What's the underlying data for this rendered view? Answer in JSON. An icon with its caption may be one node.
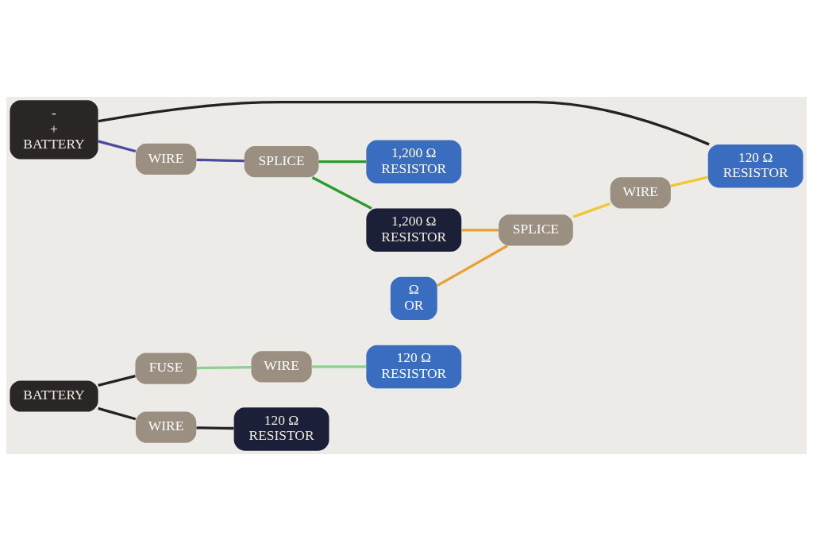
{
  "diagram": {
    "nodes": [
      {
        "text": [
          "BATTERY"
        ]
      },
      {
        "text": [
          "FUSE"
        ]
      },
      {
        "text": [
          "WIRE"
        ]
      },
      {
        "text": [
          "120 Ω",
          "RESISTOR"
        ]
      },
      {
        "text": [
          "WIRE"
        ]
      },
      {
        "text": [
          "120 Ω",
          "RESISTOR"
        ]
      },
      {
        "text": [
          "120 Ω",
          "RESISTOR"
        ]
      },
      {
        "text": [
          "-",
          "+",
          "BATTERY"
        ]
      },
      {
        "text": [
          "WIRE"
        ]
      },
      {
        "text": [
          "1,200 Ω",
          "RESISTOR"
        ]
      },
      {
        "text": [
          "Ω",
          "OR"
        ]
      },
      {
        "text": [
          "WIRE"
        ]
      },
      {
        "text": [
          "SPLICE"
        ]
      },
      {
        "text": [
          "SPLICE"
        ]
      },
      {
        "text": [
          "1,200 Ω",
          "RESISTOR"
        ]
      }
    ],
    "edges": [
      {
        "from": 0,
        "to": 1,
        "arrow": "none",
        "color": "#222222"
      },
      {
        "from": 1,
        "to": 2,
        "arrow": "none",
        "color": "#8fcf8f"
      },
      {
        "from": 2,
        "to": 3,
        "arrow": "none",
        "color": "#8fcf8f"
      },
      {
        "from": 0,
        "to": 4,
        "arrow": "none",
        "color": "#222222"
      },
      {
        "from": 4,
        "to": 6,
        "arrow": "none",
        "color": "#222222"
      },
      {
        "from": 7,
        "to": 5,
        "arrow": "none",
        "color": "#222222"
      },
      {
        "from": 7,
        "to": 11,
        "arrow": "none",
        "color": "#4a4aa0"
      },
      {
        "from": 11,
        "to": 12,
        "arrow": "none",
        "color": "#4a4aa0"
      },
      {
        "from": 12,
        "to": 9,
        "arrow": "none",
        "color": "#2a9a2a"
      },
      {
        "from": 12,
        "to": 14,
        "arrow": "none",
        "color": "#2a9a2a"
      },
      {
        "from": 10,
        "to": 13,
        "arrow": "none",
        "color": "#e8a030"
      },
      {
        "from": 14,
        "to": 13,
        "arrow": "none",
        "color": "#e8a030"
      },
      {
        "from": 13,
        "to": 8,
        "arrow": "none",
        "color": "#f0c830"
      },
      {
        "from": 8,
        "to": 5,
        "arrow": "none",
        "color": "#f0c830"
      }
    ]
  }
}
